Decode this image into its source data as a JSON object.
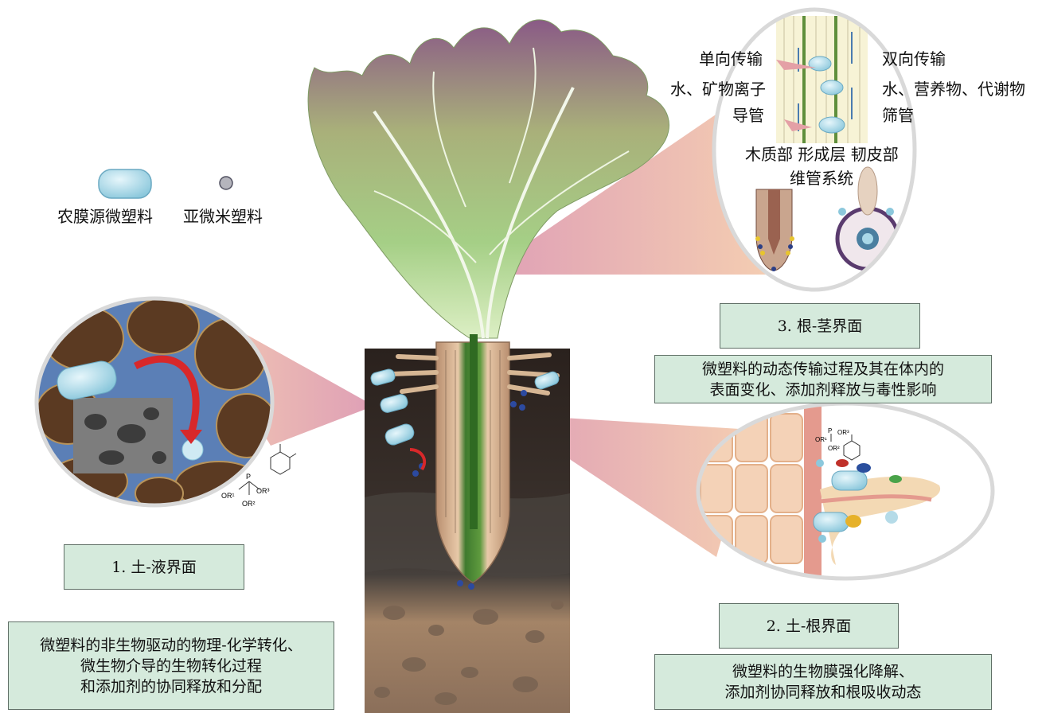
{
  "legend": {
    "film_microplastic": "农膜源微塑料",
    "submicron_plastic": "亚微米塑料"
  },
  "stem_labels": {
    "unidirectional": "单向传输",
    "bidirectional": "双向传输",
    "water_minerals": "水、矿物离子",
    "water_nutrients": "水、营养物、代谢物",
    "vessel": "导管",
    "sieve_tube": "筛管",
    "tissues": "木质部 形成层 韧皮部",
    "vascular_system": "维管系统"
  },
  "chem": {
    "p": "P",
    "or1": "OR¹",
    "or2": "OR²",
    "or3": "OR³"
  },
  "zones": {
    "soil_liquid": {
      "title": "1. 土-液界面",
      "desc_lines": [
        "微塑料的非生物驱动的物理-化学转化、",
        "微生物介导的生物转化过程",
        "和添加剂的协同释放和分配"
      ]
    },
    "soil_root": {
      "title": "2. 土-根界面",
      "desc_lines": [
        "微塑料的生物膜强化降解、",
        "添加剂协同释放和根吸收动态"
      ]
    },
    "root_stem": {
      "title": "3. 根-茎界面",
      "desc_lines": [
        "微塑料的动态传输过程及其在体内的",
        "表面变化、添加剂释放与毒性影响"
      ]
    }
  },
  "colors": {
    "box_fill": "#d5eadc",
    "microplastic": "#a9d8e8",
    "funnel": "#e4a0a6",
    "soil_dark": "#2a211d",
    "root_core": "#3f7a2e",
    "leaf_green": "#a5cf86",
    "leaf_purple": "#8a5a86"
  }
}
